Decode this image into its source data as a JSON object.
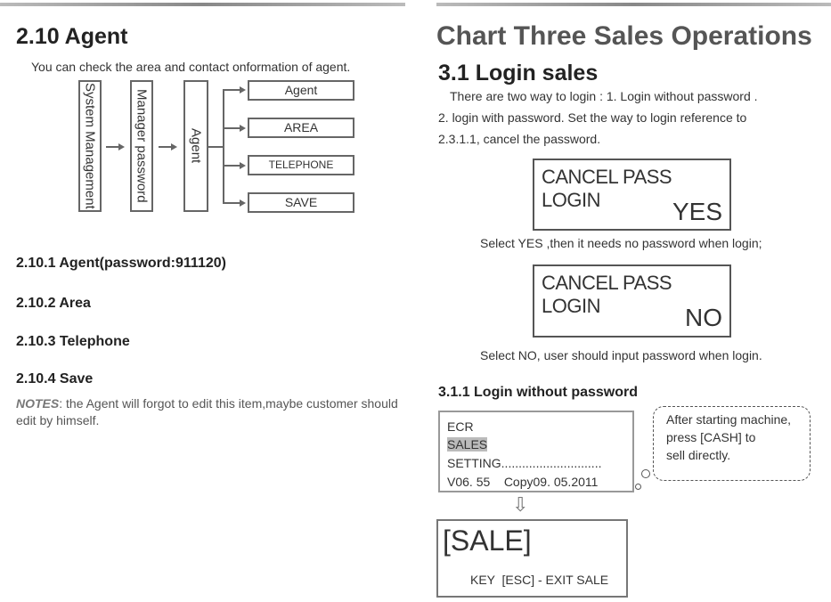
{
  "left": {
    "title": "2.10 Agent",
    "intro": "You can check the area and contact onformation of agent.",
    "diagram": {
      "steps": [
        "System Management",
        "Manager password",
        "Agent"
      ],
      "options": [
        "Agent",
        "AREA",
        "TELEPHONE",
        "SAVE"
      ]
    },
    "sections": [
      "2.10.1 Agent(password:911120)",
      "2.10.2 Area",
      "2.10.3 Telephone",
      "2.10.4 Save"
    ],
    "notes_label": "NOTES",
    "notes_text": ": the Agent will forgot to edit this item,maybe customer should edit by himself."
  },
  "right": {
    "chapter": "Chart Three Sales Operations",
    "title": "3.1 Login sales",
    "lines": [
      "There are two way to login : 1. Login without password .",
      "2. login with password. Set the way to login reference to",
      "2.3.1.1, cancel the password."
    ],
    "screen1": {
      "line1": "CANCEL PASS LOGIN",
      "line2": "YES"
    },
    "caption1": "Select YES ,then it needs no password when login;",
    "screen2": {
      "line1": "CANCEL PASS LOGIN",
      "line2": "NO"
    },
    "caption2": "Select NO, user should input password when login.",
    "subsection": "3.1.1 Login without password",
    "menu": [
      "ECR",
      "SALES",
      "SETTING.............................",
      "V06. 55    Copy09. 05.2011"
    ],
    "bubble": [
      "After starting machine,",
      "press  [CASH] to",
      "sell directly."
    ],
    "sale_screen": {
      "title": "[SALE]",
      "hint": "KEY  [ESC] - EXIT SALE"
    }
  }
}
